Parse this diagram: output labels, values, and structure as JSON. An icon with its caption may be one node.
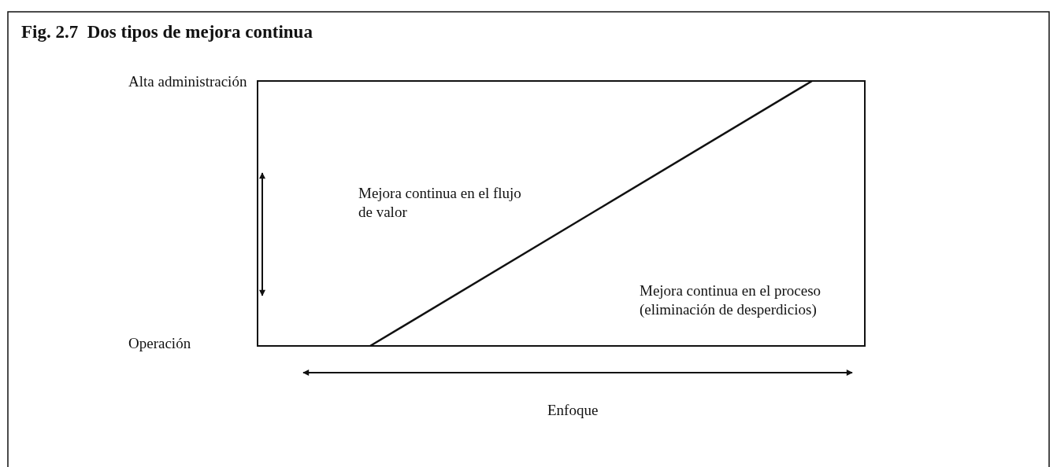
{
  "diagram": {
    "title": "Fig. 2.7  Dos tipos de mejora continua",
    "labels": [
      "Alta administración",
      "Mejora continua en el flujo de valor",
      "Mejora continua en el proceso (eliminación de desperdicios)",
      "Operación",
      "Enfoque"
    ]
  }
}
